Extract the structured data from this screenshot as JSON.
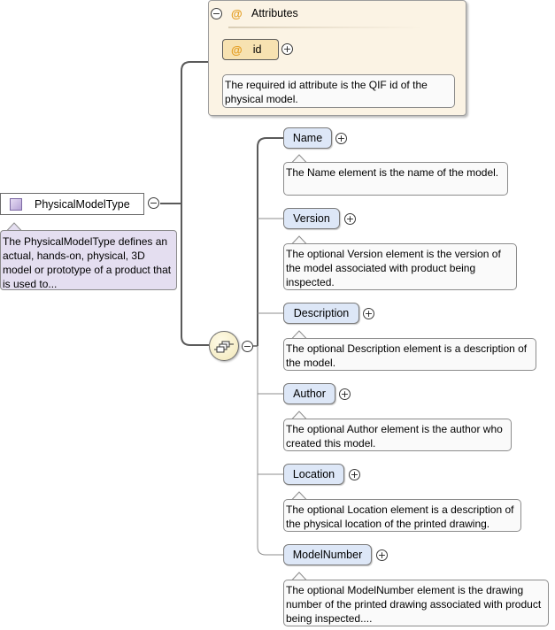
{
  "root": {
    "name": "PhysicalModelType",
    "doc": "The PhysicalModelType defines an actual, hands-on, physical, 3D model or prototype of a product that is used to...",
    "icon": "complex-type-icon"
  },
  "attributes": {
    "title": "Attributes",
    "at_symbol": "@",
    "items": [
      {
        "name": "id",
        "doc": "The required id attribute is the QIF id of the physical model."
      }
    ]
  },
  "sequence": {
    "icon": "sequence-icon"
  },
  "elements": [
    {
      "name": "Name",
      "doc": "The Name element is the name of the model."
    },
    {
      "name": "Version",
      "doc": "The optional Version element is the version of the model associated with product being inspected."
    },
    {
      "name": "Description",
      "doc": "The optional Description element is a description of the model."
    },
    {
      "name": "Author",
      "doc": "The optional Author element is the author who created this model."
    },
    {
      "name": "Location",
      "doc": "The optional Location element is a description of the physical location of the printed drawing."
    },
    {
      "name": "ModelNumber",
      "doc": "The optional ModelNumber element is the drawing number of the printed drawing associated with product being inspected...."
    }
  ],
  "glyphs": {
    "collapse": "−",
    "expand": "+"
  },
  "colors": {
    "element_fill": "#dde7f7",
    "attribute_fill": "#f7e2b1",
    "attribute_group_fill": "#fbf3e4",
    "type_doc_fill": "#e4def0",
    "at_symbol": "#e39b1c"
  }
}
